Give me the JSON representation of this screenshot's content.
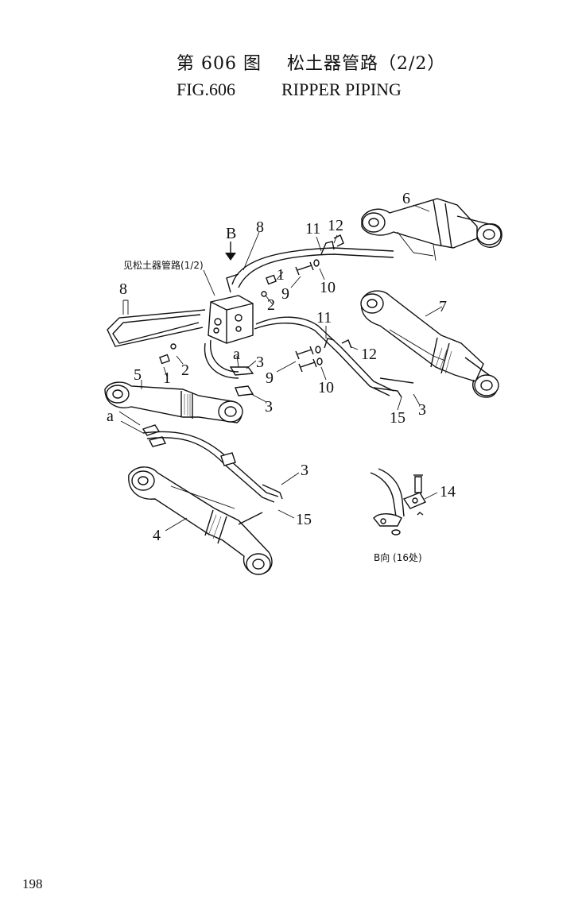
{
  "header": {
    "fig_cn": "第 606 图",
    "name_cn": "松土器管路（2/2）",
    "fig_en": "FIG.606",
    "name_en": "RIPPER PIPING"
  },
  "diagram": {
    "reference_note": "见松土器管路(1/2)",
    "view_arrow_label": "B",
    "view_caption": "B向 (16处)",
    "connection_marker": "a",
    "callouts": [
      "1",
      "2",
      "3",
      "4",
      "5",
      "6",
      "7",
      "8",
      "9",
      "10",
      "11",
      "12",
      "14",
      "15"
    ]
  },
  "footer": {
    "page_number": "198"
  }
}
